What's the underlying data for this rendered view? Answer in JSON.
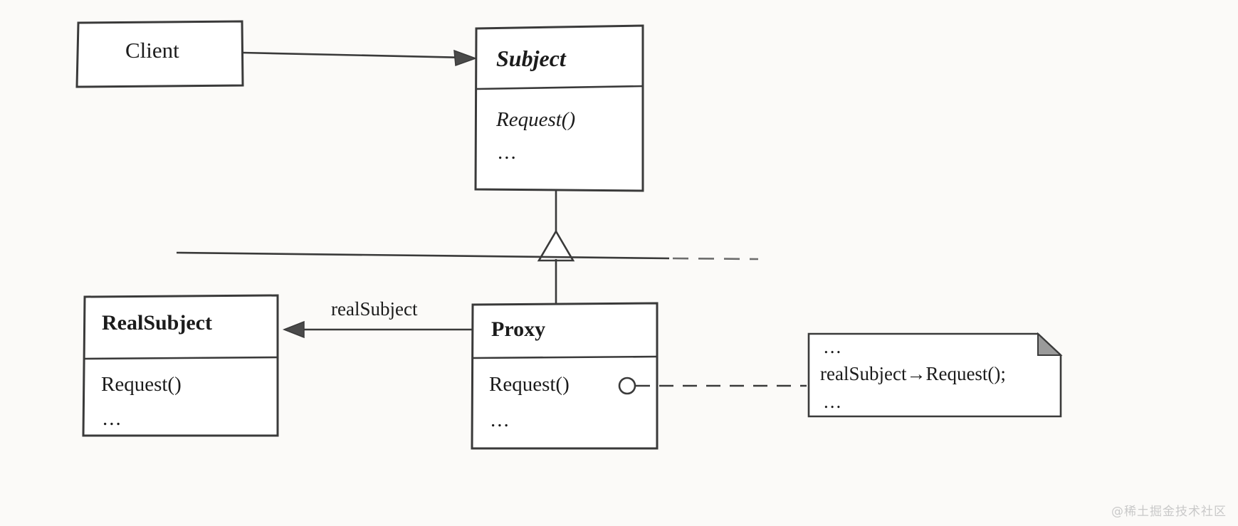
{
  "diagram": {
    "title": "Proxy Pattern UML Class Diagram",
    "stroke_color": "#3a3a3a",
    "background_color": "#fbfaf8",
    "fold_color": "#9a9a9a"
  },
  "classes": {
    "client": {
      "name": "Client"
    },
    "subject": {
      "name": "Subject",
      "operations": [
        "Request()",
        "..."
      ]
    },
    "real_subject": {
      "name": "RealSubject",
      "operations": [
        "Request()",
        "..."
      ]
    },
    "proxy": {
      "name": "Proxy",
      "operations": [
        "Request()",
        "..."
      ]
    }
  },
  "associations": {
    "real_subject_label": "realSubject"
  },
  "note": {
    "line1": "...",
    "line2": "realSubject→Request();",
    "line3": "..."
  },
  "watermark": {
    "text": "@稀土掘金技术社区"
  }
}
